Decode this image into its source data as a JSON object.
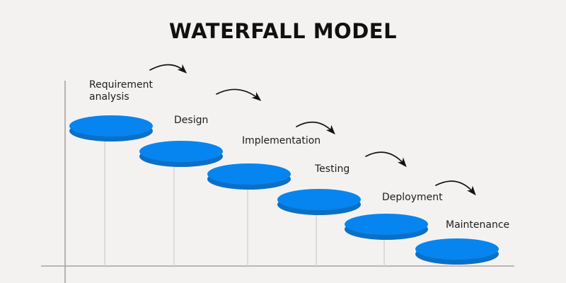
{
  "title": "WATERFALL MODEL",
  "stages": [
    {
      "label": "Requirement analysis"
    },
    {
      "label": "Design"
    },
    {
      "label": "Implementation"
    },
    {
      "label": "Testing"
    },
    {
      "label": "Deployment"
    },
    {
      "label": "Maintenance"
    }
  ],
  "colors": {
    "background": "#f4f2f1",
    "title_text": "#111111",
    "label_text": "#1d1d1d",
    "disc_top": "#0685f0",
    "disc_rim": "#0c6fc6",
    "axis_line": "#a6a3a3",
    "stem_line": "#d5d3d3",
    "arrow": "#131313"
  }
}
